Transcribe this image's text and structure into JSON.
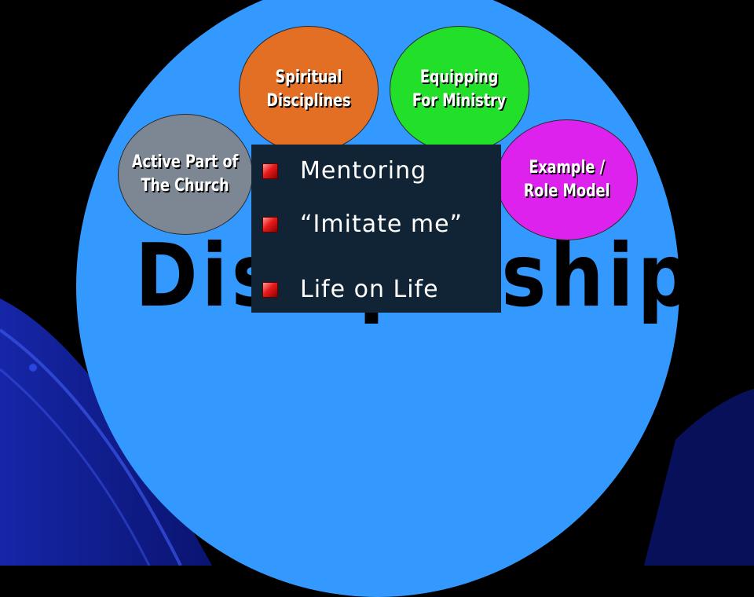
{
  "slide": {
    "background_color": "#000000",
    "circle_color": "#3399ff",
    "watermark": "Discipleship"
  },
  "ovals": [
    {
      "label": "Spiritual\nDisciplines",
      "color": "#e36f24"
    },
    {
      "label": "Equipping\nFor Ministry",
      "color": "#22e02a"
    },
    {
      "label": "Active Part of\nThe Church",
      "color": "#7d8793"
    },
    {
      "label": "Example /\nRole Model",
      "color": "#dd22ee"
    }
  ],
  "panel": {
    "color": "#102436",
    "bullets": [
      "Mentoring",
      "“Imitate me”",
      "Life on Life"
    ]
  }
}
